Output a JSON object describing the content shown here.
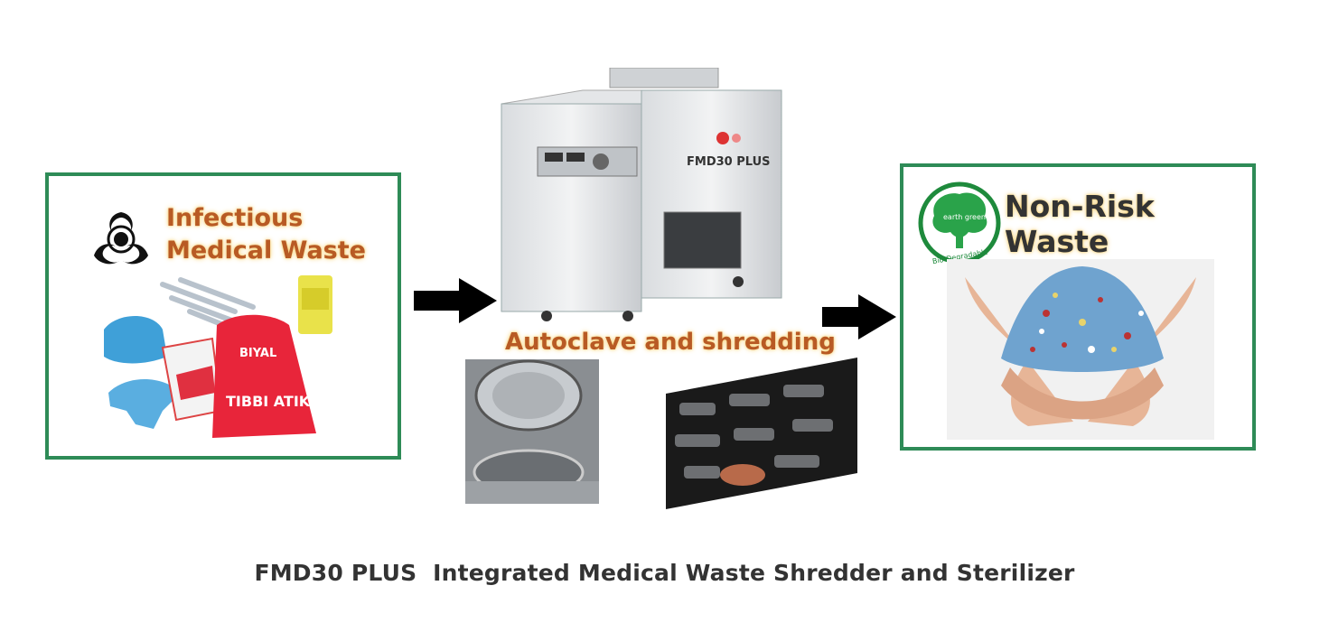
{
  "left_panel": {
    "title_line1": "Infectious",
    "title_line2": "Medical Waste",
    "bag_text_1": "BIYAL",
    "bag_text_2": "TIBBI ATIK"
  },
  "machine": {
    "model_label": "FMD30 PLUS"
  },
  "process_label": "Autoclave and shredding",
  "right_panel": {
    "title": "Non-Risk Waste",
    "logo_top_text": "earth green",
    "logo_bottom_text": "Bio-Degradable"
  },
  "caption": "FMD30 PLUS  Integrated Medical Waste Shredder and Sterilizer",
  "colors": {
    "panel_border": "#2e8b57",
    "label_orange": "#b85a24",
    "glow": "#f7d37a",
    "arrow": "#000000"
  },
  "icons": [
    "biohazard-icon",
    "arrow-right-icon",
    "tree-logo-icon"
  ]
}
